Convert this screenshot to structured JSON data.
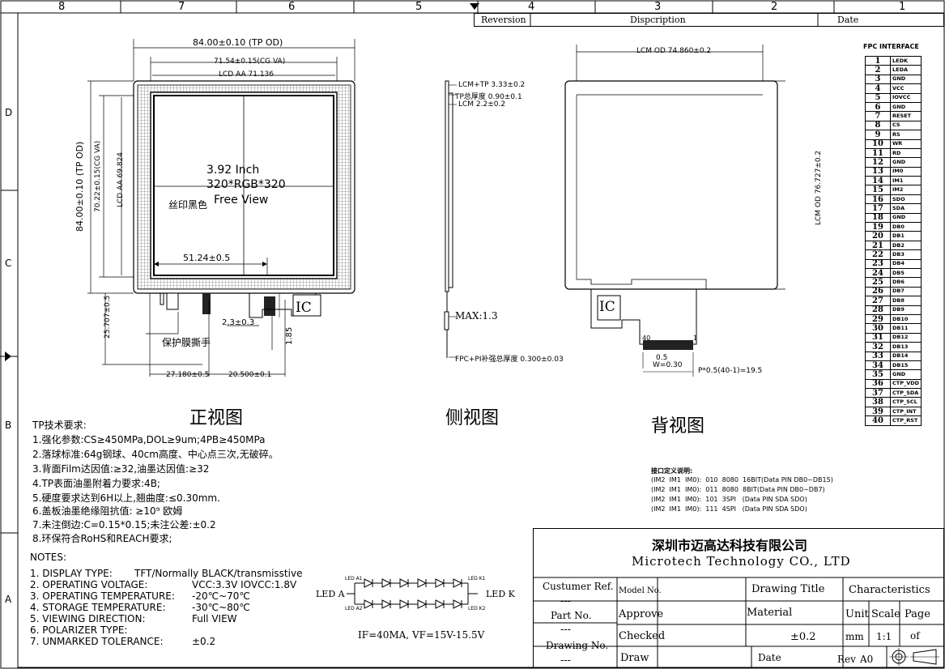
{
  "grid": {
    "columns": [
      "8",
      "7",
      "6",
      "5",
      "4",
      "3",
      "2",
      "1"
    ],
    "rows": [
      "D",
      "C",
      "B",
      "A"
    ]
  },
  "revision_table": {
    "headers": [
      "Reversion",
      "Dispcription",
      "Date"
    ]
  },
  "front_view": {
    "title": "正视图",
    "overall_width": "84.00±0.10 (TP OD)",
    "overall_height": "84.00±0.10 (TP OD)",
    "cg_va_width": "71.54±0.15(CG VA)",
    "cg_va_height": "70.22±0.15(CG VA)",
    "lcd_aa_width": "LCD AA 71.136",
    "lcd_aa_height": "LCD AA 69.824",
    "size_label": "3.92 Inch",
    "resolution_label": "320*RGB*320",
    "view_label": "Free View",
    "silkscreen_label": "丝印黑色",
    "inner_dim": "51.24±0.5",
    "ic_label": "IC",
    "tab_dim": "2.3±0.3",
    "tab_height": "1.85",
    "protect_film_label": "保护膜撕手",
    "bottom_left_dim": "27.180±0.5",
    "bottom_right_dim": "20.500±0.1",
    "fpc_length": "25.707±0.5"
  },
  "side_view": {
    "title": "侧视图",
    "lcm_tp": "LCM+TP 3.33±0.2",
    "tp_thickness": "TP总厚度 0.90±0.1",
    "lcm": "LCM 2.2±0.2",
    "max": "MAX:1.3",
    "fpc_pi": "FPC+PI补强总厚度 0.300±0.03"
  },
  "back_view": {
    "title": "背视图",
    "lcm_od_w": "LCM OD 74.860±0.2",
    "lcm_od_h": "LCM OD 76.727±0.2",
    "ic_label": "IC",
    "pitch_05": "0.5",
    "width_030": "W=0.30",
    "pitch_total": "P*0.5(40-1)=19.5",
    "pin_first": "1",
    "pin_last": "40"
  },
  "fpc_interface": {
    "title": "FPC INTERFACE",
    "pins": [
      {
        "n": "1",
        "s": "LEDK"
      },
      {
        "n": "2",
        "s": "LEDA"
      },
      {
        "n": "3",
        "s": "GND"
      },
      {
        "n": "4",
        "s": "VCC"
      },
      {
        "n": "5",
        "s": "IOVCC"
      },
      {
        "n": "6",
        "s": "GND"
      },
      {
        "n": "7",
        "s": "RESET"
      },
      {
        "n": "8",
        "s": "CS"
      },
      {
        "n": "9",
        "s": "RS"
      },
      {
        "n": "10",
        "s": "WR"
      },
      {
        "n": "11",
        "s": "RD"
      },
      {
        "n": "12",
        "s": "GND"
      },
      {
        "n": "13",
        "s": "IM0"
      },
      {
        "n": "14",
        "s": "IM1"
      },
      {
        "n": "15",
        "s": "IM2"
      },
      {
        "n": "16",
        "s": "SDO"
      },
      {
        "n": "17",
        "s": "SDA"
      },
      {
        "n": "18",
        "s": "GND"
      },
      {
        "n": "19",
        "s": "DB0"
      },
      {
        "n": "20",
        "s": "DB1"
      },
      {
        "n": "21",
        "s": "DB2"
      },
      {
        "n": "22",
        "s": "DB3"
      },
      {
        "n": "23",
        "s": "DB4"
      },
      {
        "n": "24",
        "s": "DB5"
      },
      {
        "n": "25",
        "s": "DB6"
      },
      {
        "n": "26",
        "s": "DB7"
      },
      {
        "n": "27",
        "s": "DB8"
      },
      {
        "n": "28",
        "s": "DB9"
      },
      {
        "n": "29",
        "s": "DB10"
      },
      {
        "n": "30",
        "s": "DB11"
      },
      {
        "n": "31",
        "s": "DB12"
      },
      {
        "n": "32",
        "s": "DB13"
      },
      {
        "n": "33",
        "s": "DB14"
      },
      {
        "n": "34",
        "s": "DB15"
      },
      {
        "n": "35",
        "s": "GND"
      },
      {
        "n": "36",
        "s": "CTP_VDD"
      },
      {
        "n": "37",
        "s": "CTP_SDA"
      },
      {
        "n": "38",
        "s": "CTP_SCL"
      },
      {
        "n": "39",
        "s": "CTP_INT"
      },
      {
        "n": "40",
        "s": "CTP_RST"
      }
    ]
  },
  "interface_notes": {
    "title": "接口定义说明:",
    "lines": [
      "(IM2  IM1  IM0):  010  8080  16BIT(Data PIN DB0~DB15)",
      "(IM2  IM1  IM0):  011  8080  8BIT(Data PIN DB0~DB7)",
      "(IM2  IM1  IM0):  101  3SPI   (Data PIN SDA SDO)",
      "(IM2  IM1  IM0):  111  4SPI   (Data PIN SDA SDO)"
    ]
  },
  "tp_requirements": {
    "title": "TP技术要求:",
    "lines": [
      "1.强化参数:CS≥450MPa,DOL≥9um;4PB≥450MPa",
      "2.落球标准:64g钢球、40cm高度、中心点三次,无破碎。",
      "3.背面Film达因值:≥32,油墨达因值:≥32",
      "4.TP表面油墨附着力要求:4B;",
      "5.硬度要求达到6H以上,翘曲度:≤0.30mm.",
      "6.盖板油墨绝缘阻抗值: ≥10⁹ 欧姆",
      "7.未注倒边:C=0.15*0.15;未注公差:±0.2",
      "8.环保符合RoHS和REACH要求;"
    ]
  },
  "notes": {
    "title": "NOTES:",
    "items": [
      {
        "k": "1. DISPLAY TYPE:",
        "v": "TFT/Normally BLACK/transmisstive"
      },
      {
        "k": "2. OPERATING VOLTAGE:",
        "v": "VCC:3.3V IOVCC:1.8V"
      },
      {
        "k": "3. OPERATING TEMPERATURE:",
        "v": "-20℃~70℃"
      },
      {
        "k": "4. STORAGE TEMPERATURE:",
        "v": "-30℃~80℃"
      },
      {
        "k": "5. VIEWING DIRECTION:",
        "v": "Full VIEW"
      },
      {
        "k": "6. POLARIZER TYPE:",
        "v": ""
      },
      {
        "k": "7. UNMARKED TOLERANCE:",
        "v": "±0.2"
      }
    ]
  },
  "led": {
    "led_a": "LED A",
    "led_k": "LED K",
    "a1": "LED A1",
    "a2": "LED A2",
    "k1": "LED K1",
    "k2": "LED K2",
    "spec": "IF=40MA, VF=15V-15.5V"
  },
  "title_block": {
    "company_cn": "深圳市迈高达科技有限公司",
    "company_en": "Microtech Technology CO., LTD",
    "customer_ref": "Custumer Ref.",
    "customer_ref_val": "---",
    "part_no": "Part No.",
    "part_no_val": "---",
    "drawing_no": "Drawing No.",
    "drawing_no_val": "---",
    "model_no": "Model No.",
    "approve": "Approve",
    "checked": "Checked",
    "draw": "Draw",
    "drawing_title": "Drawing Title",
    "characteristics": "Characteristics",
    "material": "Material",
    "tolerance": "±0.2",
    "unit": "Unit",
    "unit_val": "mm",
    "scale": "Scale",
    "scale_val": "1:1",
    "page": "Page",
    "page_val": "of",
    "date": "Date",
    "rev": "Rev",
    "rev_val": "A0"
  }
}
